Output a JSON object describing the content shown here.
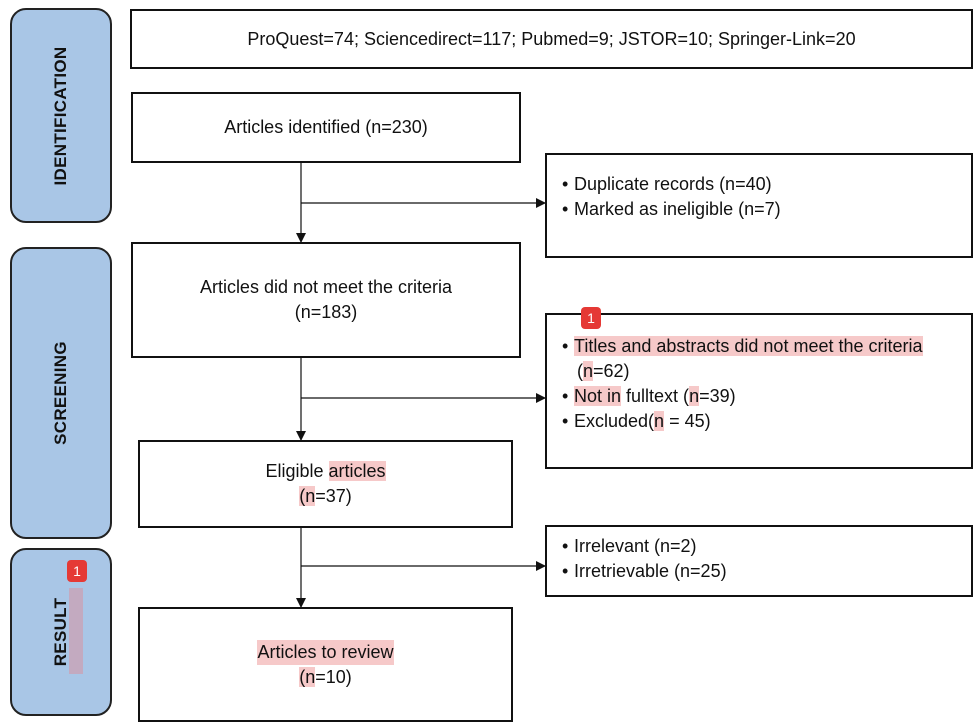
{
  "phases": {
    "identification": "IDENTIFICATION",
    "screening": "SCREENING",
    "result": "RESULT"
  },
  "sources": "ProQuest=74; Sciencedirect=117; Pubmed=9; JSTOR=10; Springer-Link=20",
  "identified": "Articles identified (n=230)",
  "not_meet": {
    "line1": "Articles did not meet the criteria",
    "line2": "(n=183)"
  },
  "eligible": {
    "pre": "Eligible ",
    "word": "articles",
    "open": "(",
    "n": "n",
    "rest": "=37)"
  },
  "review": {
    "line1": "Articles to review",
    "open": "(",
    "n": "n",
    "rest": "=10)"
  },
  "excl1": {
    "items": [
      "Duplicate records (n=40)",
      "Marked as ineligible (n=7)"
    ]
  },
  "excl2": {
    "item1_line1": "Titles and abstracts did not meet the criteria",
    "item1_open": "(",
    "item1_n": "n",
    "item1_rest": "=62)",
    "item2_a": "Not in",
    "item2_b": " fulltext (",
    "item2_n": "n",
    "item2_rest": "=39)",
    "item3_a": "Excluded(",
    "item3_n": "n",
    "item3_rest": " = 45)"
  },
  "excl3": {
    "items": [
      "Irrelevant (n=2)",
      "Irretrievable (n=25)"
    ]
  },
  "badges": {
    "screening": "1",
    "result": "1"
  },
  "colors": {
    "phase_fill": "#a9c6e6",
    "highlight": "#f6c9c9",
    "badge": "#e53935"
  },
  "bullet_char": "•"
}
